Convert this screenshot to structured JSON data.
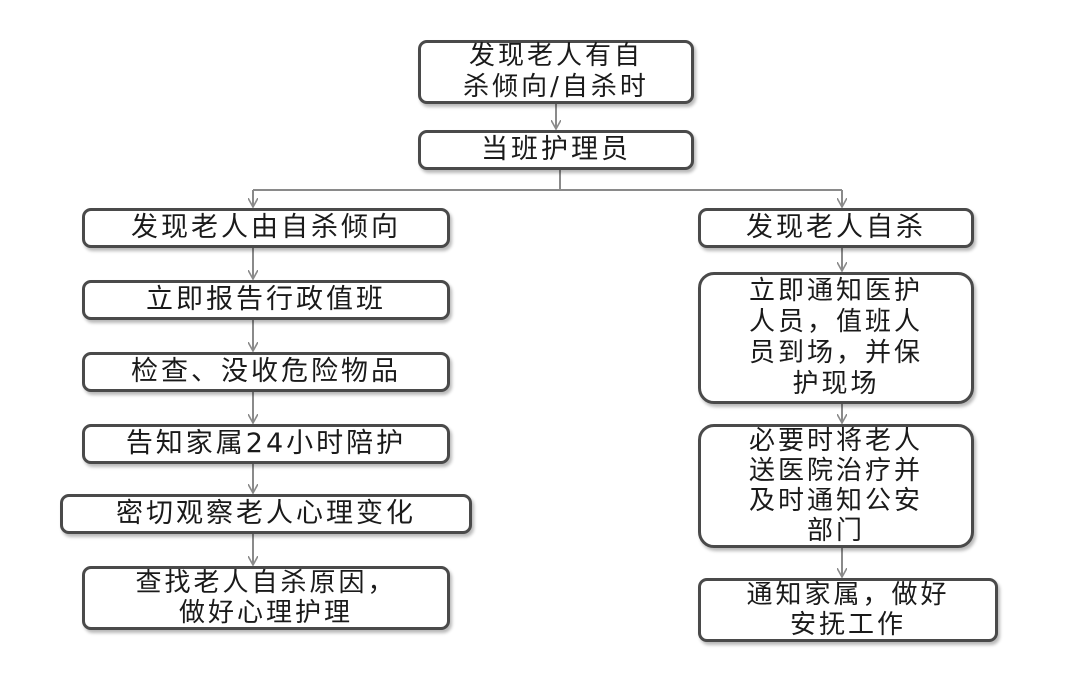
{
  "nodes": {
    "top": "发现老人有自\n杀倾向/自杀时",
    "nurse": "当班护理员",
    "left": [
      "发现老人由自杀倾向",
      "立即报告行政值班",
      "检查、没收危险物品",
      "告知家属24小时陪护",
      "密切观察老人心理变化",
      "查找老人自杀原因，\n做好心理护理"
    ],
    "right": [
      "发现老人自杀",
      "立即通知医护\n人员，值班人\n员到场，并保\n护现场",
      "必要时将老人\n送医院治疗并\n及时通知公安\n部门",
      "通知家属，做好\n安抚工作"
    ]
  },
  "style": {
    "line_color": "#8a8a8a",
    "border_color": "#4a4a4a"
  }
}
